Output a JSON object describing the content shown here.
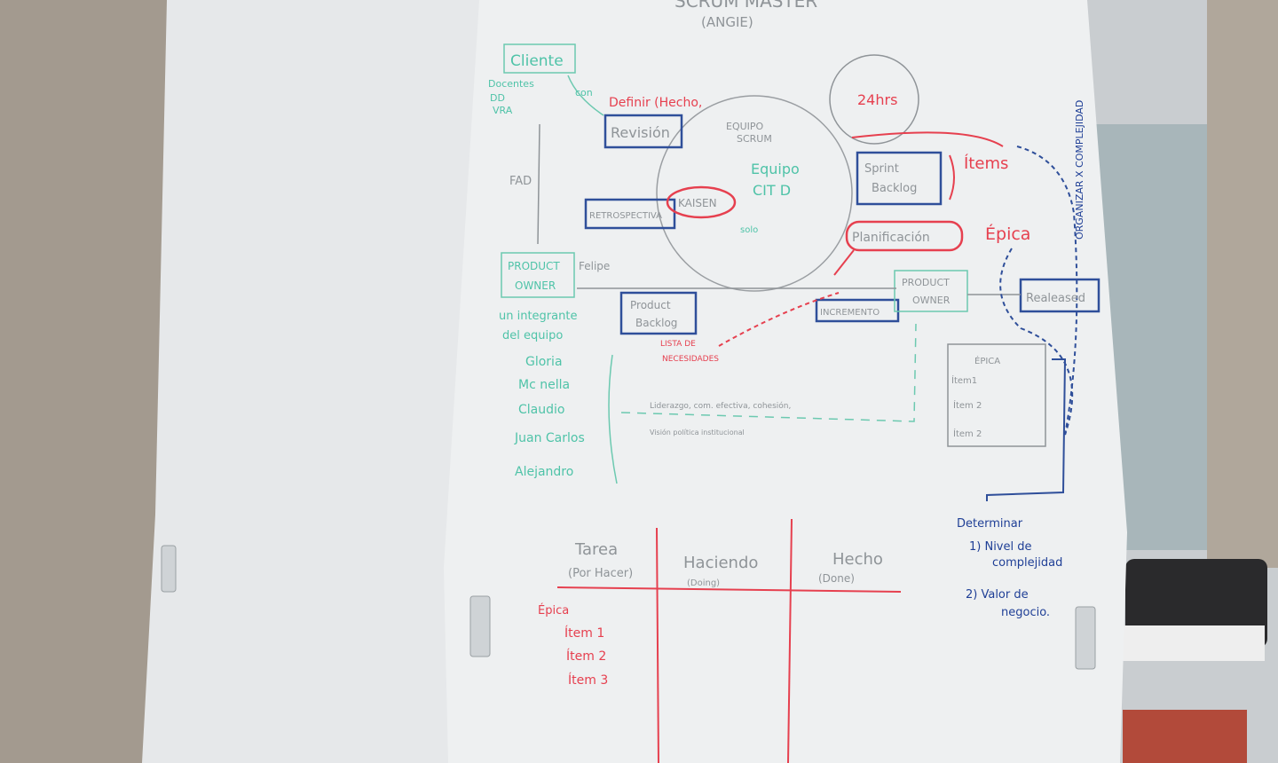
{
  "scene": {
    "wall_color": "#a39a8f",
    "board_color": "#eceef0",
    "marker_blue": "#2f4f9a",
    "marker_red": "#e6404f",
    "marker_teal": "#4fc3a8",
    "marker_gray": "#8f9498"
  },
  "top": {
    "scrum_master": "SCRUM MASTER",
    "angie": "(ANGIE)"
  },
  "left": {
    "cliente": "Cliente",
    "docentes": [
      "Docentes",
      "DD",
      "VRA"
    ],
    "con": "con",
    "fad": "FAD",
    "product_owner": [
      "PRODUCT",
      "OWNER"
    ],
    "felipe": "Felipe",
    "integrante": [
      "un integrante",
      "del equipo"
    ],
    "names": [
      "Gloria",
      "Mc nella",
      "Claudio",
      "Juan Carlos",
      "Alejandro"
    ]
  },
  "center": {
    "definir": "Definir (Hecho,",
    "revision": "Revisión",
    "equipo_scrum": [
      "EQUIPO",
      "SCRUM"
    ],
    "equipo_cit": [
      "Equipo",
      "CIT D"
    ],
    "kaisen": "KAISEN",
    "retrospectiva": "RETROSPECTIVA",
    "solo": "solo",
    "product_backlog": [
      "Product",
      "Backlog"
    ],
    "lista": [
      "LISTA DE",
      "NECESIDADES"
    ],
    "incremento": "INCREMENTO",
    "liderazgo": "Liderazgo, com. efectiva, cohesión,",
    "vision": "Visión política institucional"
  },
  "right": {
    "hrs": "24hrs",
    "sprint_backlog": [
      "Sprint",
      "Backlog"
    ],
    "items": "Ítems",
    "epica": "Épica",
    "planificacion": "Planificación",
    "product_owner": [
      "PRODUCT",
      "OWNER"
    ],
    "realeased": "Realeased",
    "organizar": "ORGANIZAR X COMPLEJIDAD",
    "card_title": "ÉPICA",
    "card_items": [
      "Ítem1",
      "Ítem 2",
      "Ítem 2"
    ],
    "determinar": "Determinar",
    "det_items": [
      "1) Nivel de",
      "complejidad",
      "2) Valor de",
      "negocio."
    ]
  },
  "kanban": {
    "headers": [
      {
        "title": "Tarea",
        "sub": "(Por Hacer)"
      },
      {
        "title": "Haciendo",
        "sub": "(Doing)"
      },
      {
        "title": "Hecho",
        "sub": "(Done)"
      }
    ],
    "rows": [
      "Épica",
      "Ítem 1",
      "Ítem 2",
      "Ítem 3"
    ]
  }
}
